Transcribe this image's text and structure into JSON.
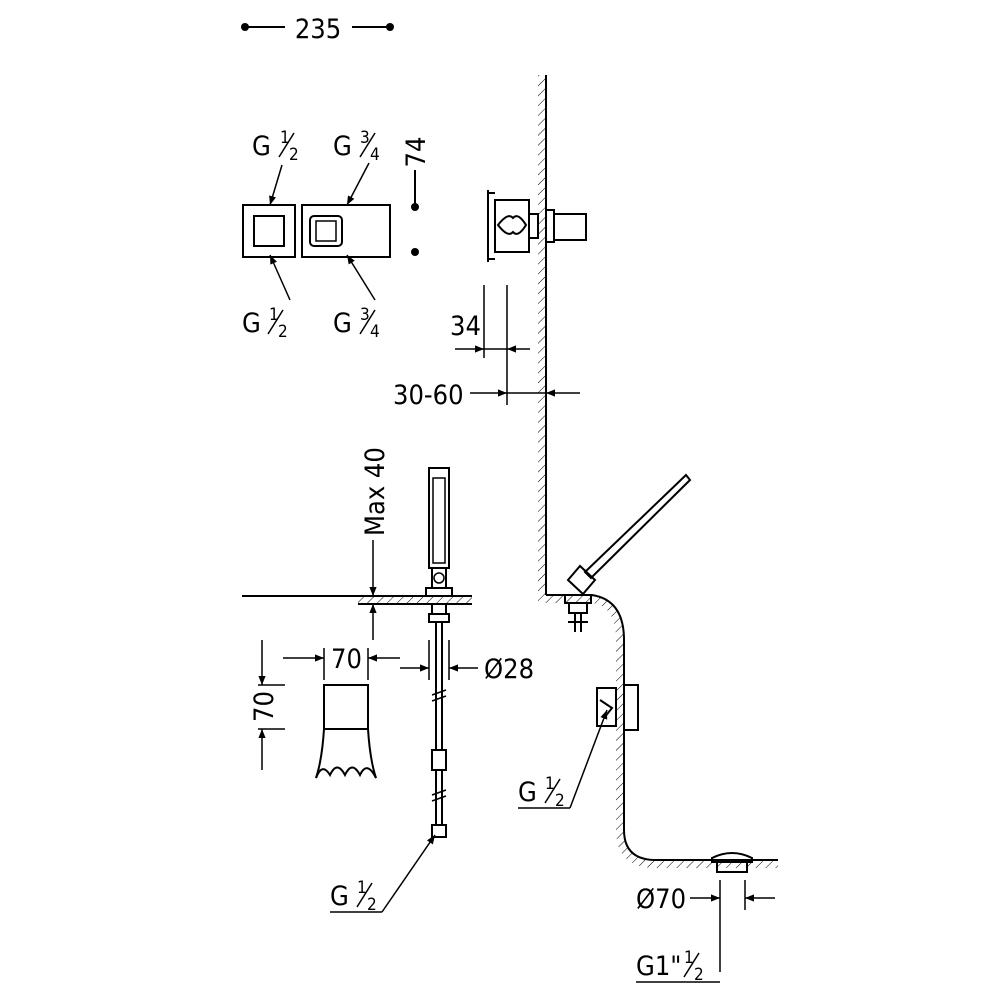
{
  "colors": {
    "line": "#000000",
    "background": "#ffffff"
  },
  "labels": {
    "width_235": "235",
    "height_74": "74",
    "left_top_g": "G",
    "left_top_num": "1",
    "left_top_den": "2",
    "right_top_g": "G",
    "right_top_num": "3",
    "right_top_den": "4",
    "left_bottom_g": "G",
    "left_bottom_num": "1",
    "left_bottom_den": "2",
    "right_bottom_g": "G",
    "right_bottom_num": "3",
    "right_bottom_den": "4",
    "depth_34": "34",
    "wall_30_60": "30-60",
    "max_40": "Max 40",
    "width_70": "70",
    "height_70": "70",
    "diameter_28": "Ø28",
    "hose_g": "G",
    "hose_num": "1",
    "hose_den": "2",
    "spout_g": "G",
    "spout_num": "1",
    "spout_den": "2",
    "diameter_70": "Ø70",
    "waste_g": "G1\"",
    "waste_num": "1",
    "waste_den": "2"
  }
}
